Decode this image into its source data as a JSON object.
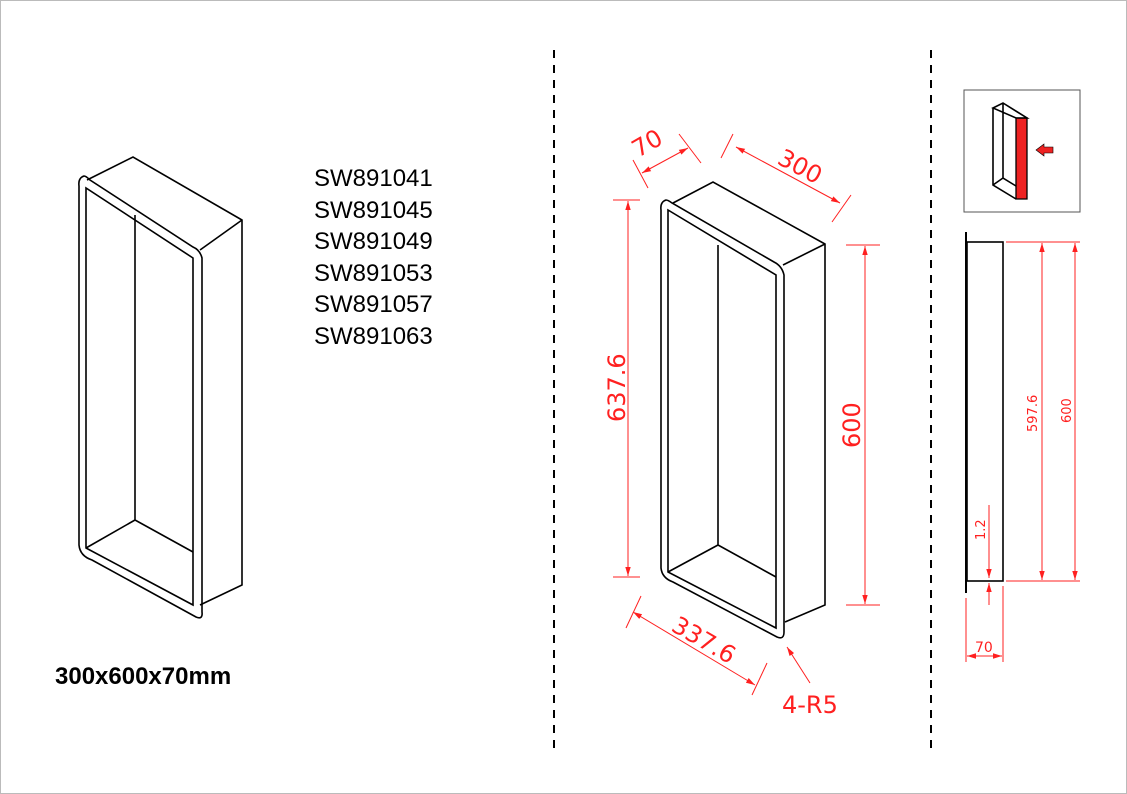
{
  "product_codes": [
    "SW891041",
    "SW891045",
    "SW891049",
    "SW891053",
    "SW891057",
    "SW891063"
  ],
  "size_label": "300x600x70mm",
  "dimensions": {
    "depth": "70",
    "width": "300",
    "flange_height": "637.6",
    "height": "600",
    "flange_width": "337.6",
    "radius": "4-R5",
    "side_inner": "597.6",
    "side_height": "600",
    "thickness": "1.2",
    "side_depth": "70"
  },
  "colors": {
    "dimension": "#ff2020",
    "line": "#000000",
    "highlight": "#ee2222"
  }
}
